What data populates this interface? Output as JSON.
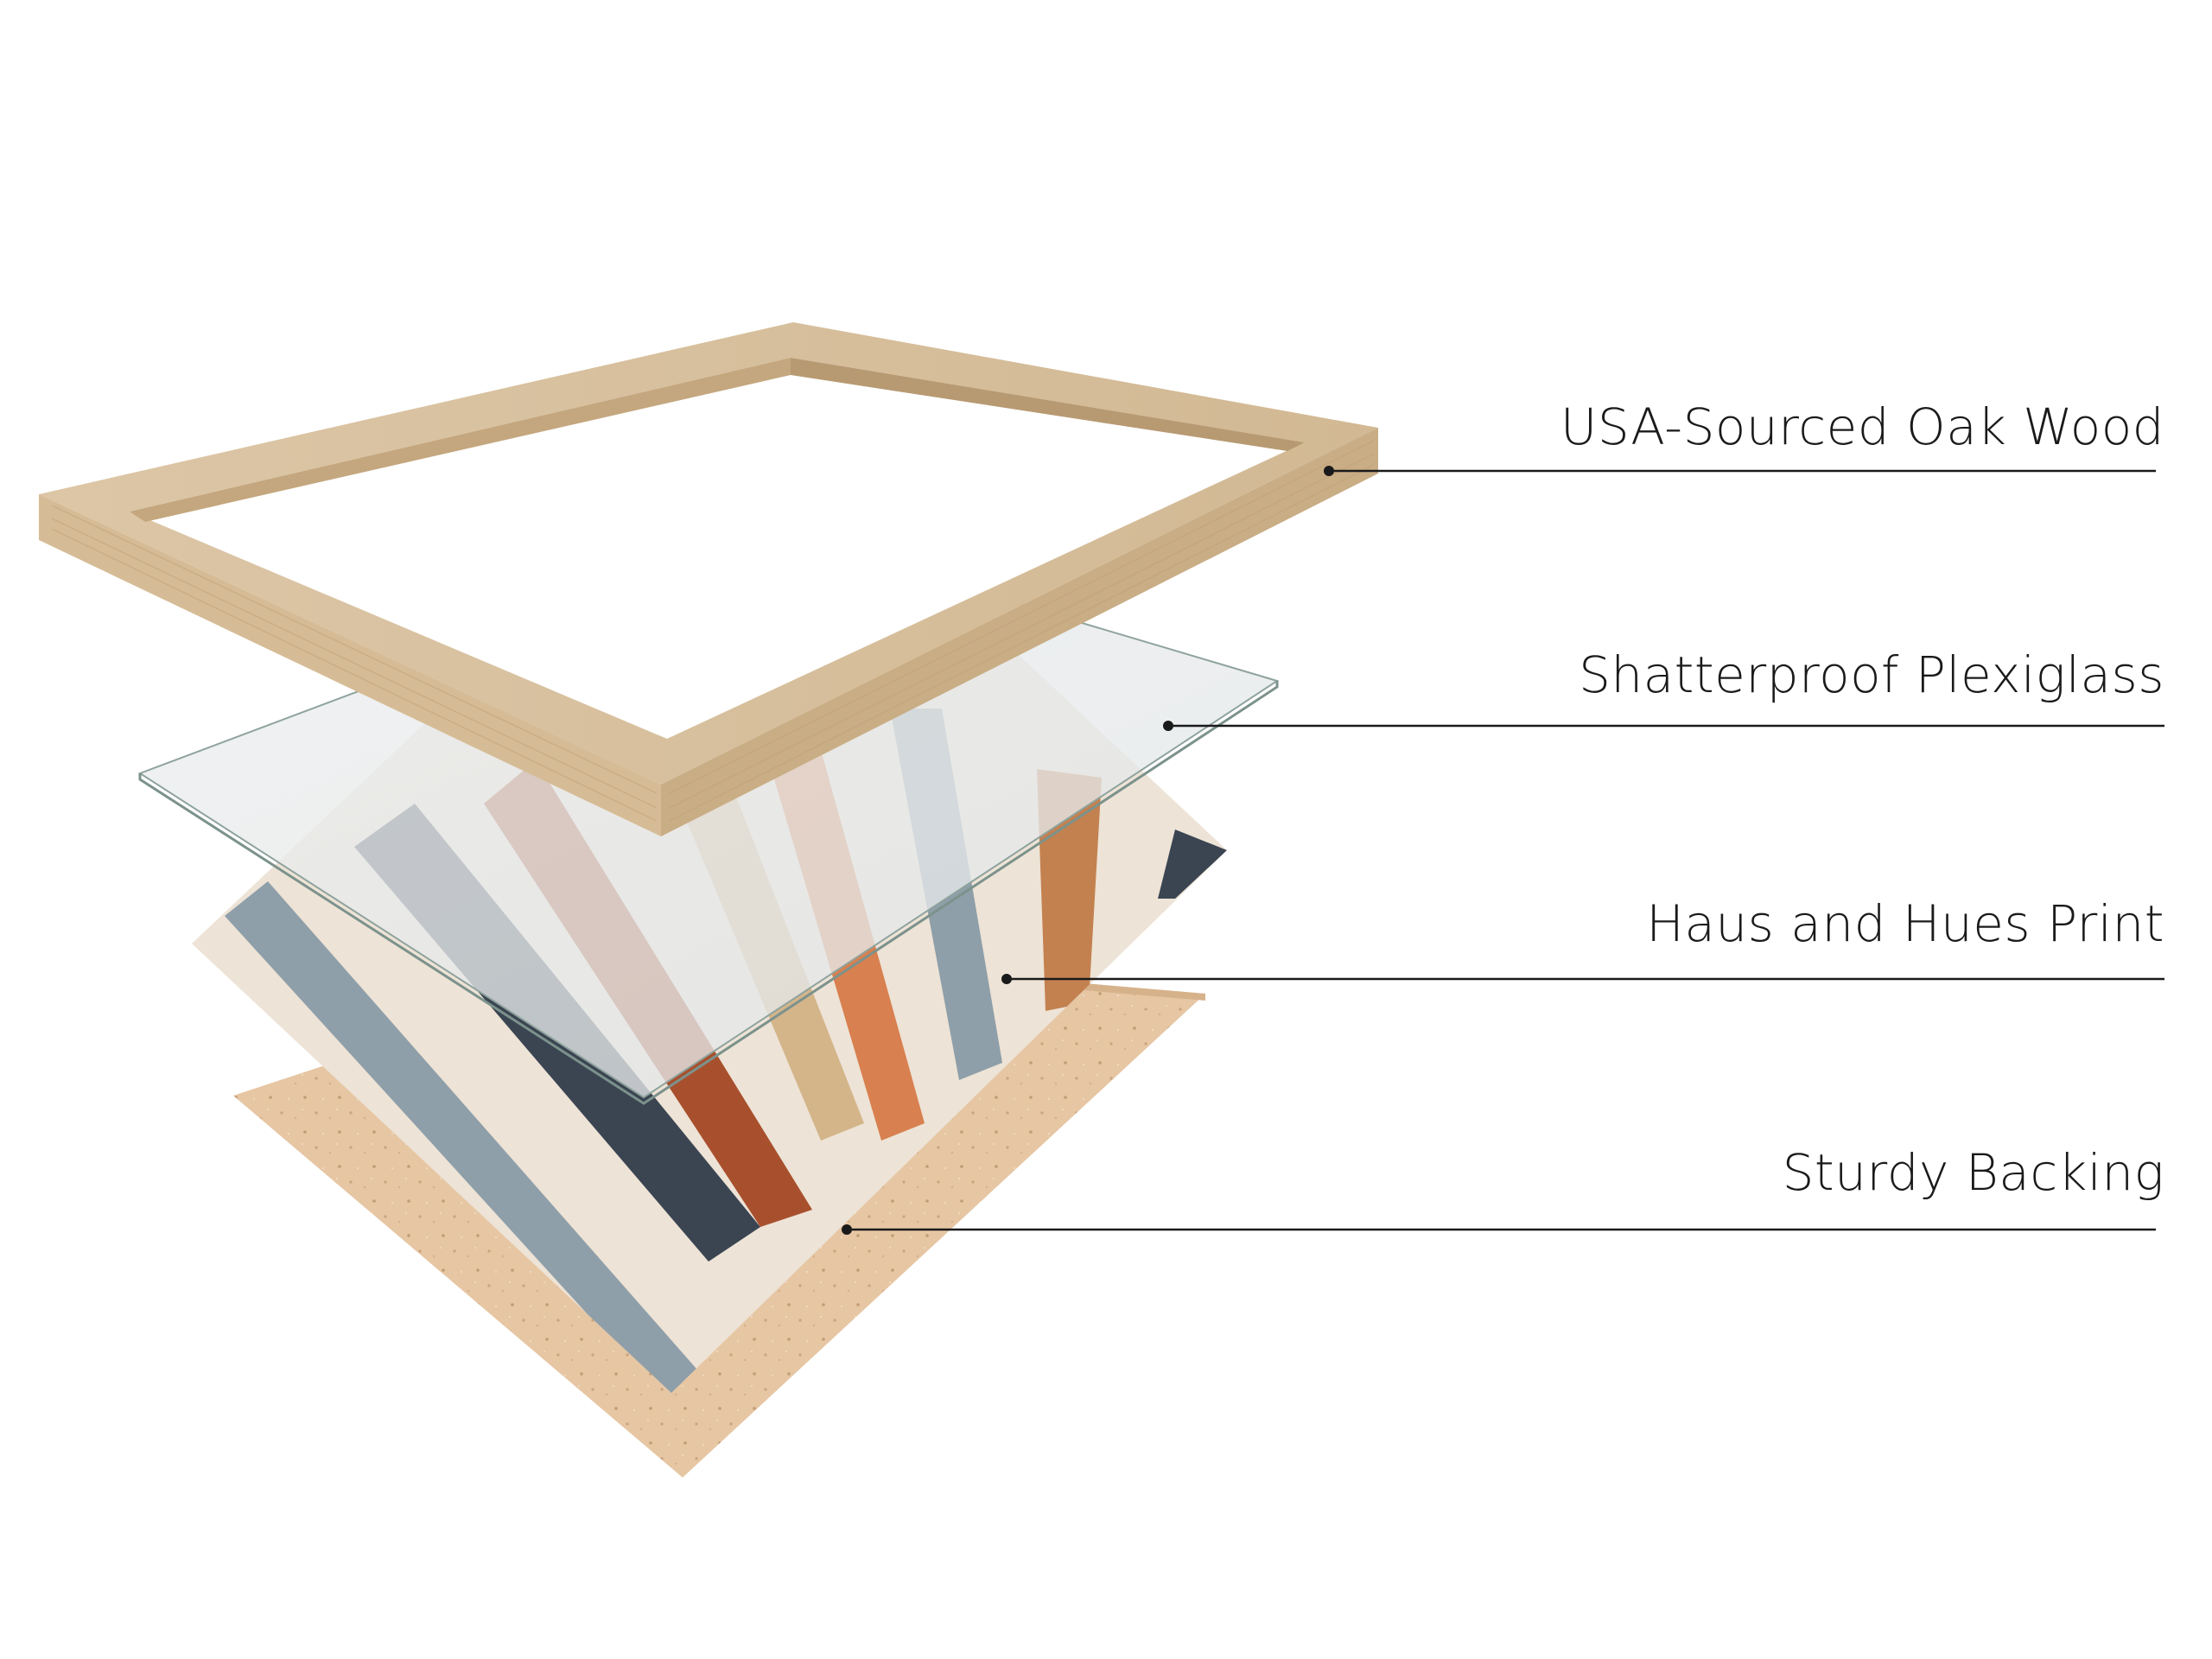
{
  "layers": [
    {
      "id": "frame",
      "label": "USA-Sourced Oak Wood"
    },
    {
      "id": "glass",
      "label": "Shatterproof Plexiglass"
    },
    {
      "id": "print",
      "label": "Haus and Hues Print"
    },
    {
      "id": "backing",
      "label": "Sturdy Backing"
    }
  ],
  "colors": {
    "oak": "#d9c2a0",
    "glass": "#e9ecec",
    "print_base": "#ede3d6",
    "backing": "#e8c9a8",
    "stripe_navy": "#3b4552",
    "stripe_rust": "#a8502d",
    "stripe_orange": "#d8804f",
    "stripe_sand": "#d4b58a",
    "stripe_slate": "#8f9fa9",
    "stripe_copper": "#c3814f"
  }
}
